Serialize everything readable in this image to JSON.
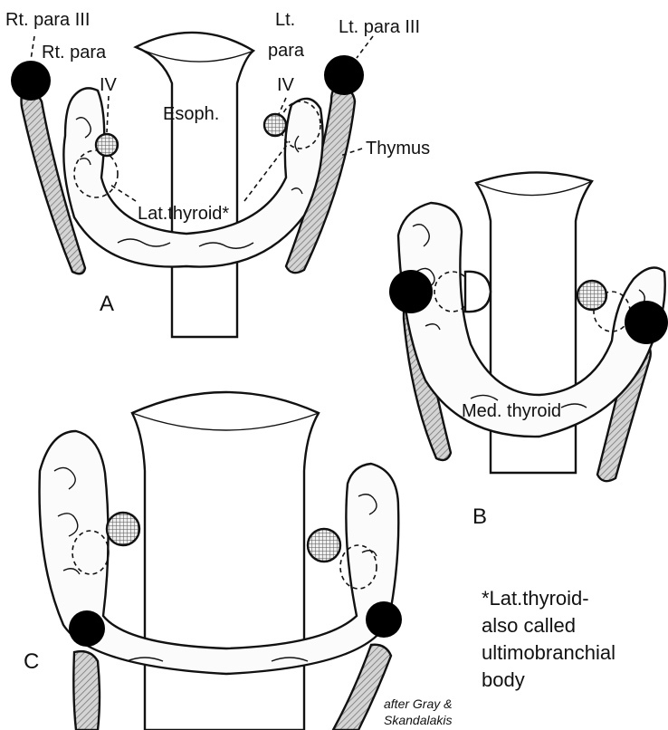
{
  "panels": {
    "a": {
      "letter": "A",
      "labels": {
        "rt_para_iii": "Rt. para III",
        "rt_para_iv_1": "Rt. para",
        "rt_para_iv_2": "IV",
        "lt_para_iv_1": "Lt.",
        "lt_para_iv_2": "para",
        "lt_para_iv_3": "IV",
        "lt_para_iii": "Lt. para III",
        "esoph": "Esoph.",
        "thymus": "Thymus",
        "lat_thyroid": "Lat.thyroid*"
      }
    },
    "b": {
      "letter": "B",
      "labels": {
        "med_thyroid": "Med. thyroid"
      }
    },
    "c": {
      "letter": "C"
    }
  },
  "footnote": {
    "line1": "*Lat.thyroid-",
    "line2": "also called",
    "line3": "ultimobranchial",
    "line4": "body"
  },
  "credit": {
    "line1": "after Gray &",
    "line2": "Skandalakis"
  },
  "colors": {
    "outline": "#111111",
    "parathyroid_iii": "#000000",
    "thymus_fill": "#bdbdbd",
    "parathyroid_iv_fill": "#cfcfcf",
    "background": "#ffffff"
  }
}
